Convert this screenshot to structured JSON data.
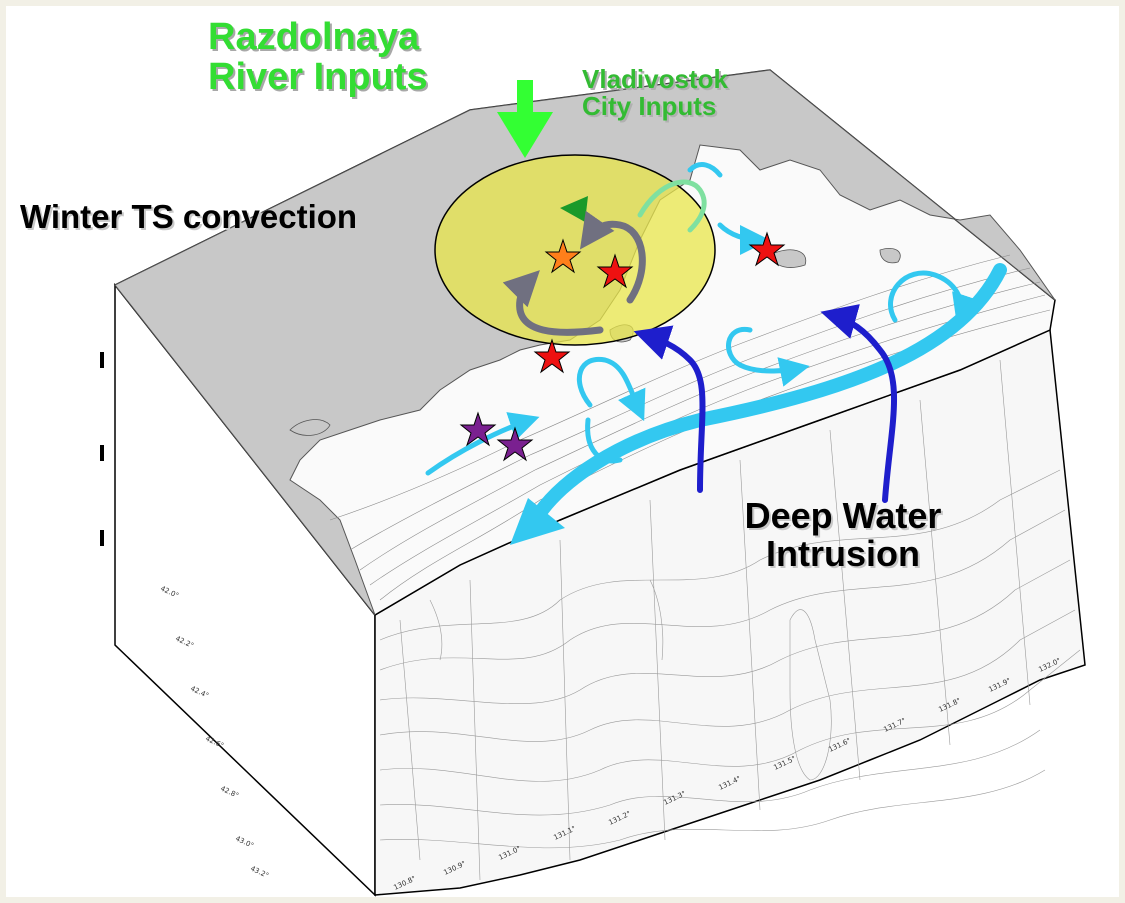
{
  "labels": {
    "river": "Razdolnaya\nRiver Inputs",
    "city": "Vladivostok\nCity Inputs",
    "convection": "Winter TS convection",
    "deep_water": "Deep Water\nIntrusion"
  },
  "colors": {
    "convection_zone": "#e8e64a",
    "inflow_arrow": "#33ff33",
    "city_marker": "#1a9a2a",
    "gyre_arrows": "#33c8f0",
    "deep_water_arrows": "#1e1ecc",
    "convection_arrows": "#707080",
    "land": "#c8c8c8"
  },
  "markers": [
    {
      "type": "star",
      "color": "#ff7f1a"
    },
    {
      "type": "star",
      "color": "#ee1111"
    },
    {
      "type": "star",
      "color": "#ee1111"
    },
    {
      "type": "star",
      "color": "#ee1111"
    },
    {
      "type": "star",
      "color": "#7a2090"
    },
    {
      "type": "star",
      "color": "#7a2090"
    }
  ],
  "lat_ticks": [
    "42.0°",
    "42.2°",
    "42.4°",
    "42.6°",
    "42.8°",
    "43.0°",
    "43.2°"
  ],
  "lon_ticks": [
    "130.8°",
    "130.9°",
    "131.0°",
    "131.1°",
    "131.2°",
    "131.3°",
    "131.4°",
    "131.5°",
    "131.6°",
    "131.7°",
    "131.8°",
    "131.9°",
    "132.0°"
  ]
}
